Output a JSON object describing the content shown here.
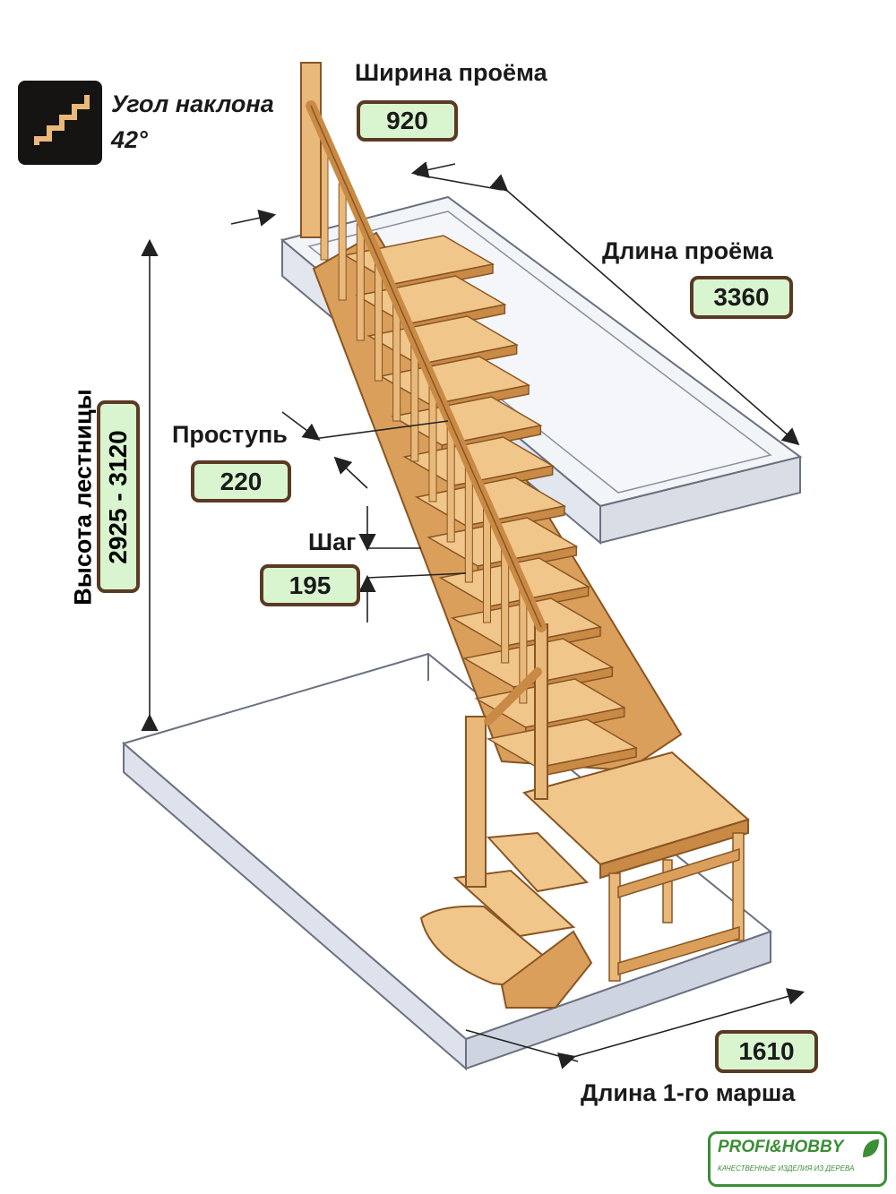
{
  "angle": {
    "label": "Угол наклона",
    "value": "42°"
  },
  "opening_width": {
    "label": "Ширина проёма",
    "value": "920"
  },
  "opening_length": {
    "label": "Длина проёма",
    "value": "3360"
  },
  "tread": {
    "label": "Проступь",
    "value": "220"
  },
  "step_height": {
    "label": "Шаг",
    "value": "195"
  },
  "stair_height": {
    "label": "Высота лестницы",
    "value": "2925 - 3120"
  },
  "first_flight": {
    "label": "Длина 1-го марша",
    "value": "1610"
  },
  "logo": {
    "brand": "PROFI&HOBBY",
    "tagline": "КАЧЕСТВЕННЫЕ ИЗДЕЛИЯ ИЗ ДЕРЕВА"
  },
  "colors": {
    "wood": "#e8b97a",
    "wood_dark": "#b77a3a",
    "label_fill": "#d9f5cf",
    "label_border": "#5a3a24",
    "glass": "#dfe4ec",
    "brand_green": "#3b8e35"
  }
}
